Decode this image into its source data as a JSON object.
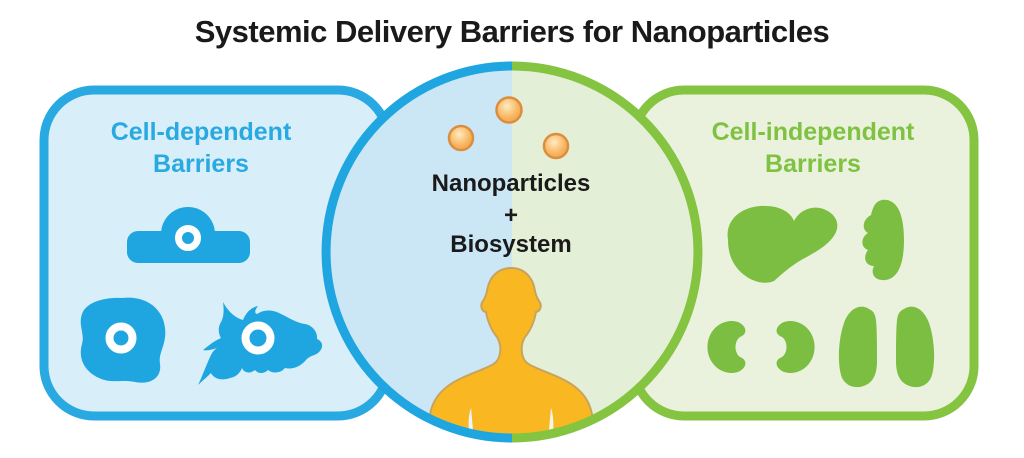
{
  "title": "Systemic Delivery Barriers for Nanoparticles",
  "left_panel": {
    "label_line1": "Cell-dependent",
    "label_line2": "Barriers",
    "accent_color": "#29A9E1",
    "fill_color": "#D8EEF9",
    "icons": [
      "endothelial-membrane-cell-icon",
      "phagocyte-cell-icon",
      "dendritic-cell-icon"
    ]
  },
  "center": {
    "label_line1": "Nanoparticles",
    "label_line2": "+",
    "label_line3": "Biosystem",
    "left_half_fill": "#CBE6F5",
    "right_half_fill": "#E4EFD7",
    "nanoparticle_count": 3,
    "nanoparticle_color": "#F5A84C",
    "person_color": "#F9B822",
    "icons": [
      "nanoparticle-icon",
      "human-body-icon"
    ]
  },
  "right_panel": {
    "label_line1": "Cell-independent",
    "label_line2": "Barriers",
    "accent_color": "#85C440",
    "fill_color": "#EAF2DE",
    "icons": [
      "liver-icon",
      "spleen-icon",
      "kidneys-icon",
      "lungs-icon"
    ]
  }
}
